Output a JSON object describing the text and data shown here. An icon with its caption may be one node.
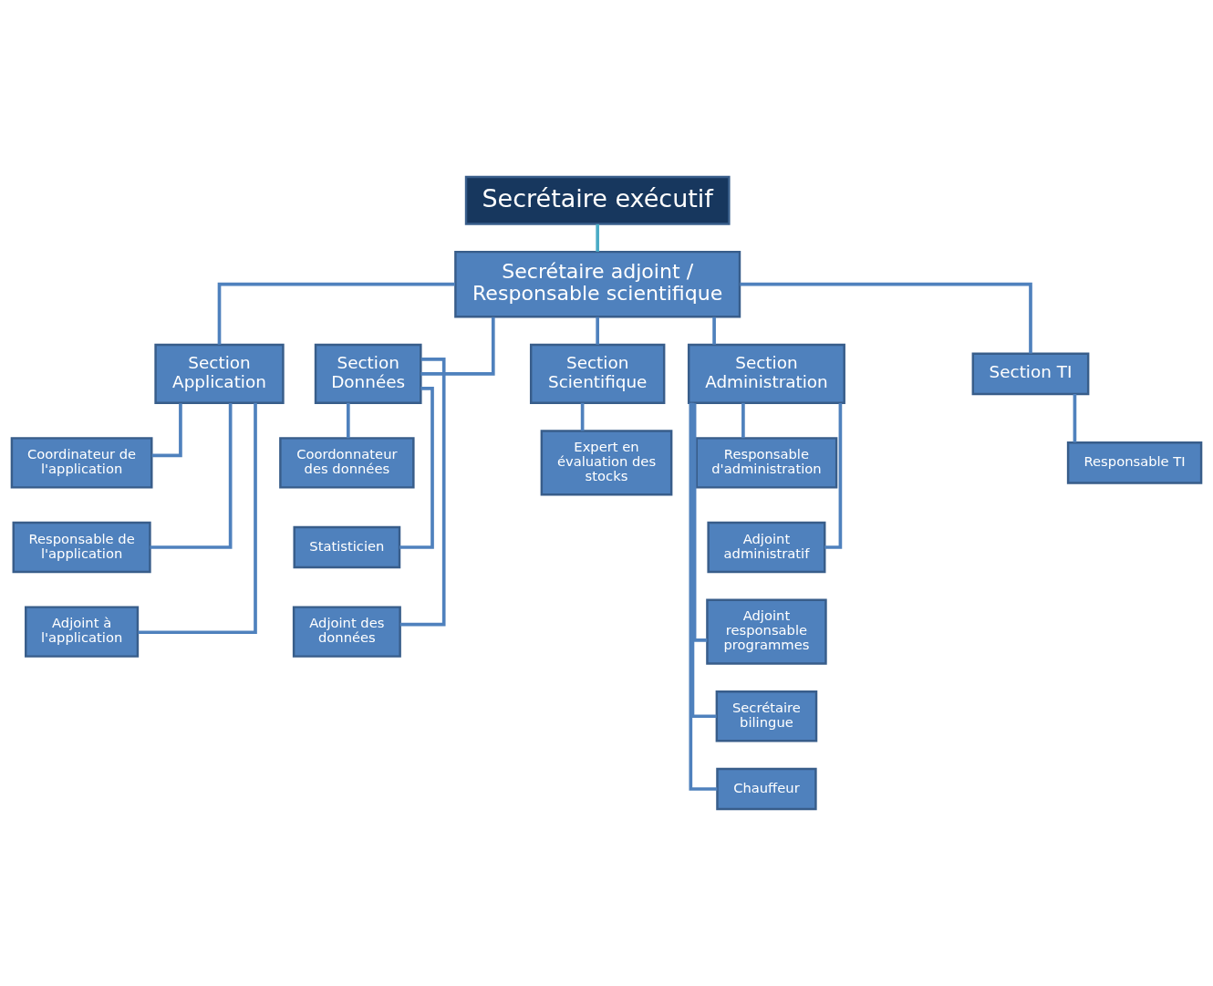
{
  "diagram": {
    "nodes": [
      {
        "text": [
          "Secrétaire exécutif"
        ]
      },
      {
        "text": [
          "Secrétaire adjoint / Responsable scientifique"
        ]
      },
      {
        "text": [
          "Section Application"
        ]
      },
      {
        "text": [
          "Section Données"
        ]
      },
      {
        "text": [
          "Section Scientifique"
        ]
      },
      {
        "text": [
          "Section Administration"
        ]
      },
      {
        "text": [
          "Section TI"
        ]
      },
      {
        "text": [
          "Coordinateur de l'application"
        ]
      },
      {
        "text": [
          "Responsable de l'application"
        ]
      },
      {
        "text": [
          "Adjoint à l'application"
        ]
      },
      {
        "text": [
          "Coordonnateur des données"
        ]
      },
      {
        "text": [
          "Statisticien"
        ]
      },
      {
        "text": [
          "Adjoint des données"
        ]
      },
      {
        "text": [
          "Expert en évaluation des stocks"
        ]
      },
      {
        "text": [
          "Responsable d'administration"
        ]
      },
      {
        "text": [
          "Adjoint administratif"
        ]
      },
      {
        "text": [
          "Adjoint responsable programmes"
        ]
      },
      {
        "text": [
          "Secrétaire bilingue"
        ]
      },
      {
        "text": [
          "Chauffeur"
        ]
      },
      {
        "text": [
          "Responsable TI"
        ]
      }
    ],
    "edges": [
      {
        "from": 0,
        "to": 1,
        "arrow": "none",
        "color": "#4bacc6"
      },
      {
        "from": 1,
        "to": 2,
        "arrow": "none"
      },
      {
        "from": 1,
        "to": 3,
        "arrow": "none"
      },
      {
        "from": 1,
        "to": 4,
        "arrow": "none"
      },
      {
        "from": 1,
        "to": 5,
        "arrow": "none"
      },
      {
        "from": 1,
        "to": 6,
        "arrow": "none"
      },
      {
        "from": 2,
        "to": 7,
        "arrow": "none"
      },
      {
        "from": 2,
        "to": 8,
        "arrow": "none"
      },
      {
        "from": 2,
        "to": 9,
        "arrow": "none"
      },
      {
        "from": 3,
        "to": 10,
        "arrow": "none"
      },
      {
        "from": 3,
        "to": 11,
        "arrow": "none"
      },
      {
        "from": 3,
        "to": 12,
        "arrow": "none"
      },
      {
        "from": 4,
        "to": 13,
        "arrow": "none"
      },
      {
        "from": 5,
        "to": 14,
        "arrow": "none"
      },
      {
        "from": 5,
        "to": 15,
        "arrow": "none"
      },
      {
        "from": 5,
        "to": 16,
        "arrow": "none"
      },
      {
        "from": 5,
        "to": 17,
        "arrow": "none"
      },
      {
        "from": 5,
        "to": 18,
        "arrow": "none"
      },
      {
        "from": 6,
        "to": 19,
        "arrow": "none"
      }
    ]
  }
}
